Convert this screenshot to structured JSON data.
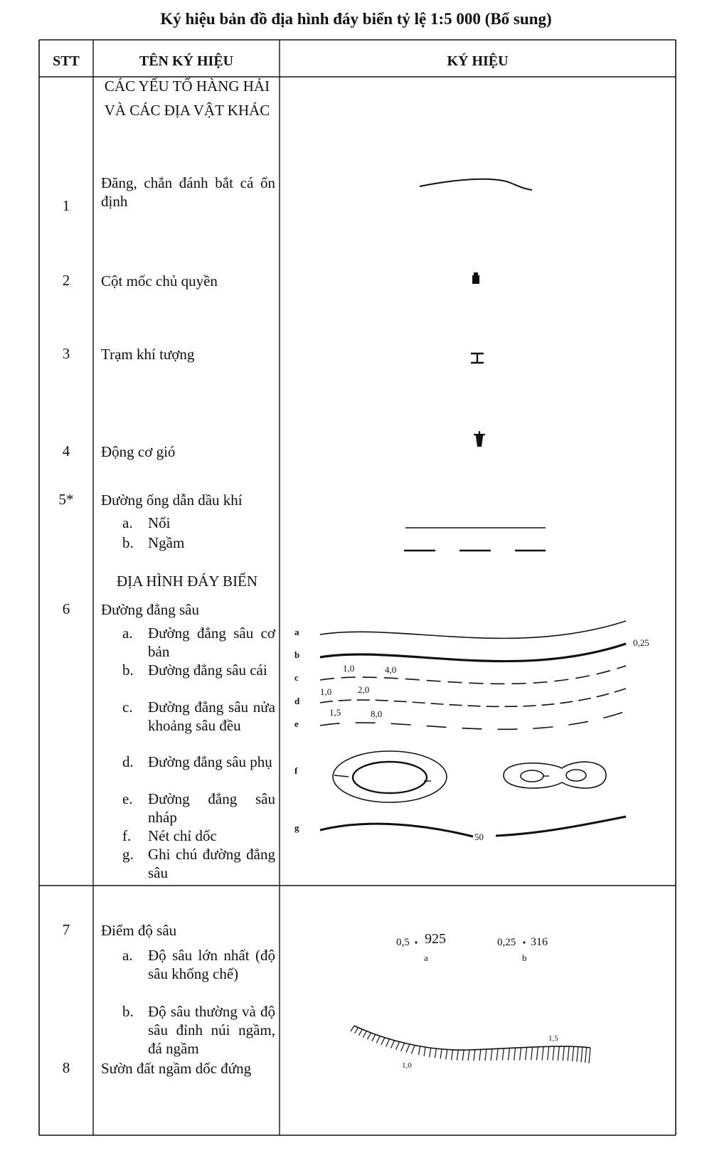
{
  "title": "Ký hiệu bản đồ địa hình đáy biển tỷ lệ 1:5 000 (Bổ sung)",
  "headers": {
    "stt": "STT",
    "name": "TÊN KÝ HIỆU",
    "symbol": "KÝ HIỆU"
  },
  "section1": "CÁC YẾU TỐ HÀNG HẢI VÀ CÁC ĐỊA VẬT KHÁC",
  "section2": "ĐỊA HÌNH ĐÁY BIỂN",
  "rows": [
    {
      "stt": "1",
      "name": "Đăng, chắn đánh bắt cá ổn định"
    },
    {
      "stt": "2",
      "name": "Cột mốc chủ quyền"
    },
    {
      "stt": "3",
      "name": "Trạm khí tượng"
    },
    {
      "stt": "4",
      "name": "Động cơ gió"
    },
    {
      "stt": "5*",
      "name": "Đường ống dẫn dầu khí",
      "subs": [
        {
          "label": "a.",
          "text": "Nổi"
        },
        {
          "label": "b.",
          "text": "Ngầm"
        }
      ]
    },
    {
      "stt": "6",
      "name": "Đường đẳng sâu",
      "subs": [
        {
          "label": "a.",
          "text": "Đường đẳng sâu cơ bản"
        },
        {
          "label": "b.",
          "text": "Đường đẳng sâu cái"
        },
        {
          "label": "c.",
          "text": "Đường đẳng sâu nửa khoảng sâu đều"
        },
        {
          "label": "d.",
          "text": "Đường đẳng sâu phụ"
        },
        {
          "label": "e.",
          "text": "Đường đẳng sâu nháp"
        },
        {
          "label": "f.",
          "text": "Nét chỉ dốc"
        },
        {
          "label": "g.",
          "text": "Ghi chú đường đẳng sâu"
        }
      ]
    },
    {
      "stt": "7",
      "name": "Điểm độ sâu",
      "subs": [
        {
          "label": "a.",
          "text": "Độ sâu lớn nhất (độ sâu khống chế)"
        },
        {
          "label": "b.",
          "text": "Độ sâu thường và độ sâu đỉnh núi ngầm, đá ngầm"
        }
      ]
    },
    {
      "stt": "8",
      "name": "Sườn đất ngầm dốc đứng"
    }
  ],
  "symbol_labels": {
    "row6": {
      "a": "a",
      "b": "b",
      "c": "c",
      "d": "d",
      "e": "e",
      "f": "f",
      "g": "g",
      "width": "0,25",
      "c1": "1,0",
      "c2": "4,0",
      "d1": "1,0",
      "d2": "2,0",
      "e1": "1,5",
      "e2": "8,0",
      "g_depth": "50"
    },
    "row7": {
      "a_size": "0,5",
      "a_depth": "925",
      "a_label": "a",
      "b_size": "0,25",
      "b_depth": "316",
      "b_label": "b"
    },
    "row8": {
      "left": "1,0",
      "right": "1,5"
    }
  }
}
